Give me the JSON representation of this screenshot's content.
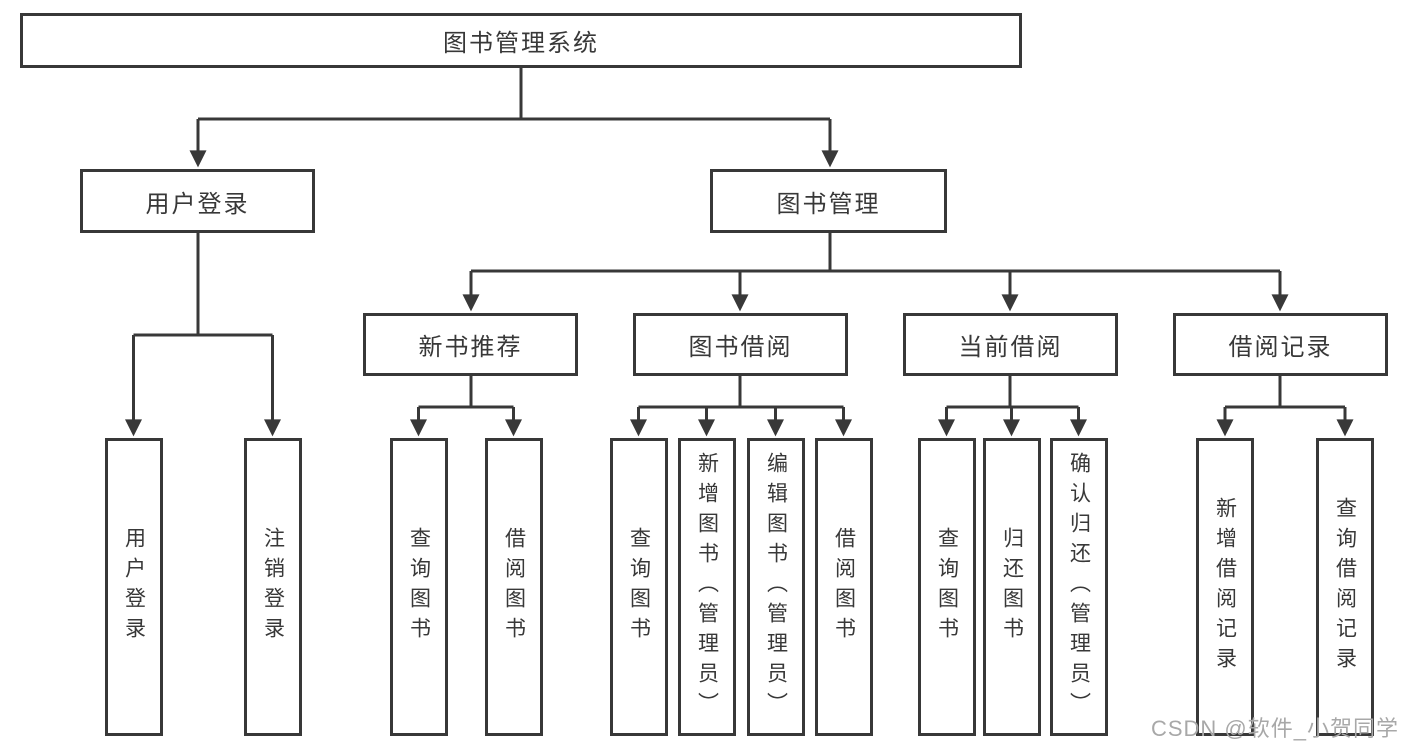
{
  "diagram": {
    "root": {
      "label": "图书管理系统",
      "children": [
        {
          "label": "用户登录",
          "children": [
            {
              "label": "用户登录"
            },
            {
              "label": "注销登录"
            }
          ]
        },
        {
          "label": "图书管理",
          "children": [
            {
              "label": "新书推荐",
              "children": [
                {
                  "label": "查询图书"
                },
                {
                  "label": "借阅图书"
                }
              ]
            },
            {
              "label": "图书借阅",
              "children": [
                {
                  "label": "查询图书"
                },
                {
                  "label": "新增图书（管理员）"
                },
                {
                  "label": "编辑图书（管理员）"
                },
                {
                  "label": "借阅图书"
                }
              ]
            },
            {
              "label": "当前借阅",
              "children": [
                {
                  "label": "查询图书"
                },
                {
                  "label": "归还图书"
                },
                {
                  "label": "确认归还（管理员）"
                }
              ]
            },
            {
              "label": "借阅记录",
              "children": [
                {
                  "label": "新增借阅记录"
                },
                {
                  "label": "查询借阅记录"
                }
              ]
            }
          ]
        }
      ]
    }
  },
  "watermark": {
    "text": "CSDN @软件_小贺同学"
  },
  "colors": {
    "line": "#383838",
    "text": "#383838",
    "watermark": "#a8a8a8",
    "background": "#ffffff"
  }
}
